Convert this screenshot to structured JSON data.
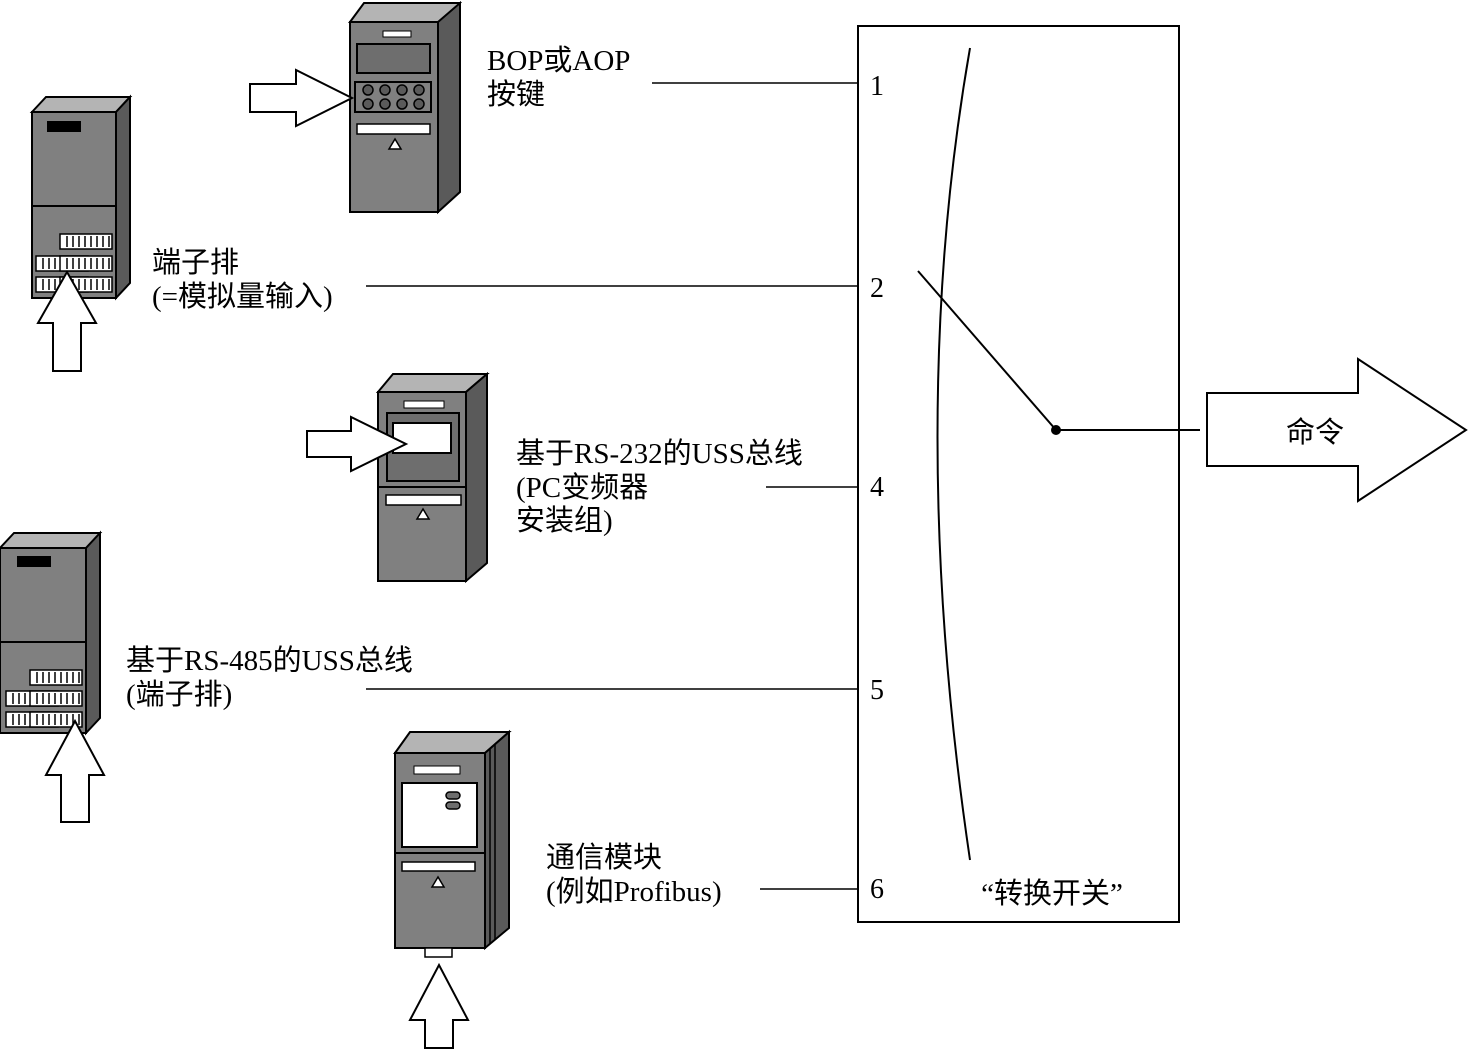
{
  "sources": [
    {
      "id": "bop",
      "label_lines": [
        "BOP或AOP",
        "按键"
      ],
      "channel": "1"
    },
    {
      "id": "terminal",
      "label_lines": [
        "端子排",
        "(=模拟量输入)"
      ],
      "channel": "2"
    },
    {
      "id": "rs232",
      "label_lines": [
        "基于RS-232的USS总线",
        "(PC变频器",
        "安装组)"
      ],
      "channel": "4"
    },
    {
      "id": "rs485",
      "label_lines": [
        "基于RS-485的USS总线",
        "(端子排)"
      ],
      "channel": "5"
    },
    {
      "id": "comm",
      "label_lines": [
        "通信模块",
        "(例如Profibus)"
      ],
      "channel": "6"
    }
  ],
  "switch": {
    "label": "“转换开关”"
  },
  "output": {
    "label": "命令"
  },
  "colors": {
    "device_front": "#808080",
    "device_side": "#5a5a5a",
    "device_top": "#b4b4b4",
    "device_dark": "#6e6e6e",
    "outline": "#000000"
  }
}
